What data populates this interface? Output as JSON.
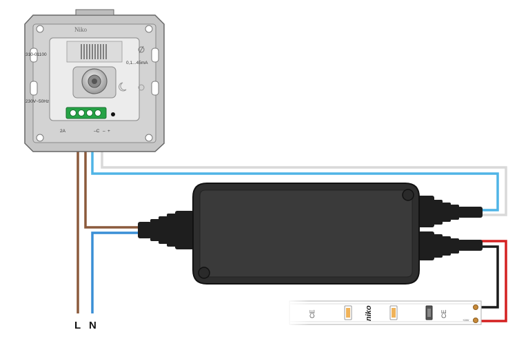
{
  "dimmer": {
    "brand": "Niko",
    "model": "310-01100",
    "load_range": "0,1...45mA",
    "voltage": "230V~50Hz",
    "terminal_labels": [
      "2A",
      "–C",
      "–",
      "+"
    ]
  },
  "wires": {
    "live_label": "L",
    "neutral_label": "N",
    "colors": {
      "brown": "#8B5A3C",
      "blue": "#3A8FD6",
      "light_blue": "#4FB4E6",
      "grey": "#D9D9D9",
      "red": "#D42020",
      "black": "#1A1A1A"
    }
  },
  "driver": {
    "body_color": "#2E2E2E"
  },
  "led_strip": {
    "brand": "niko",
    "ce_mark": "CE",
    "polarity": "+24V"
  }
}
